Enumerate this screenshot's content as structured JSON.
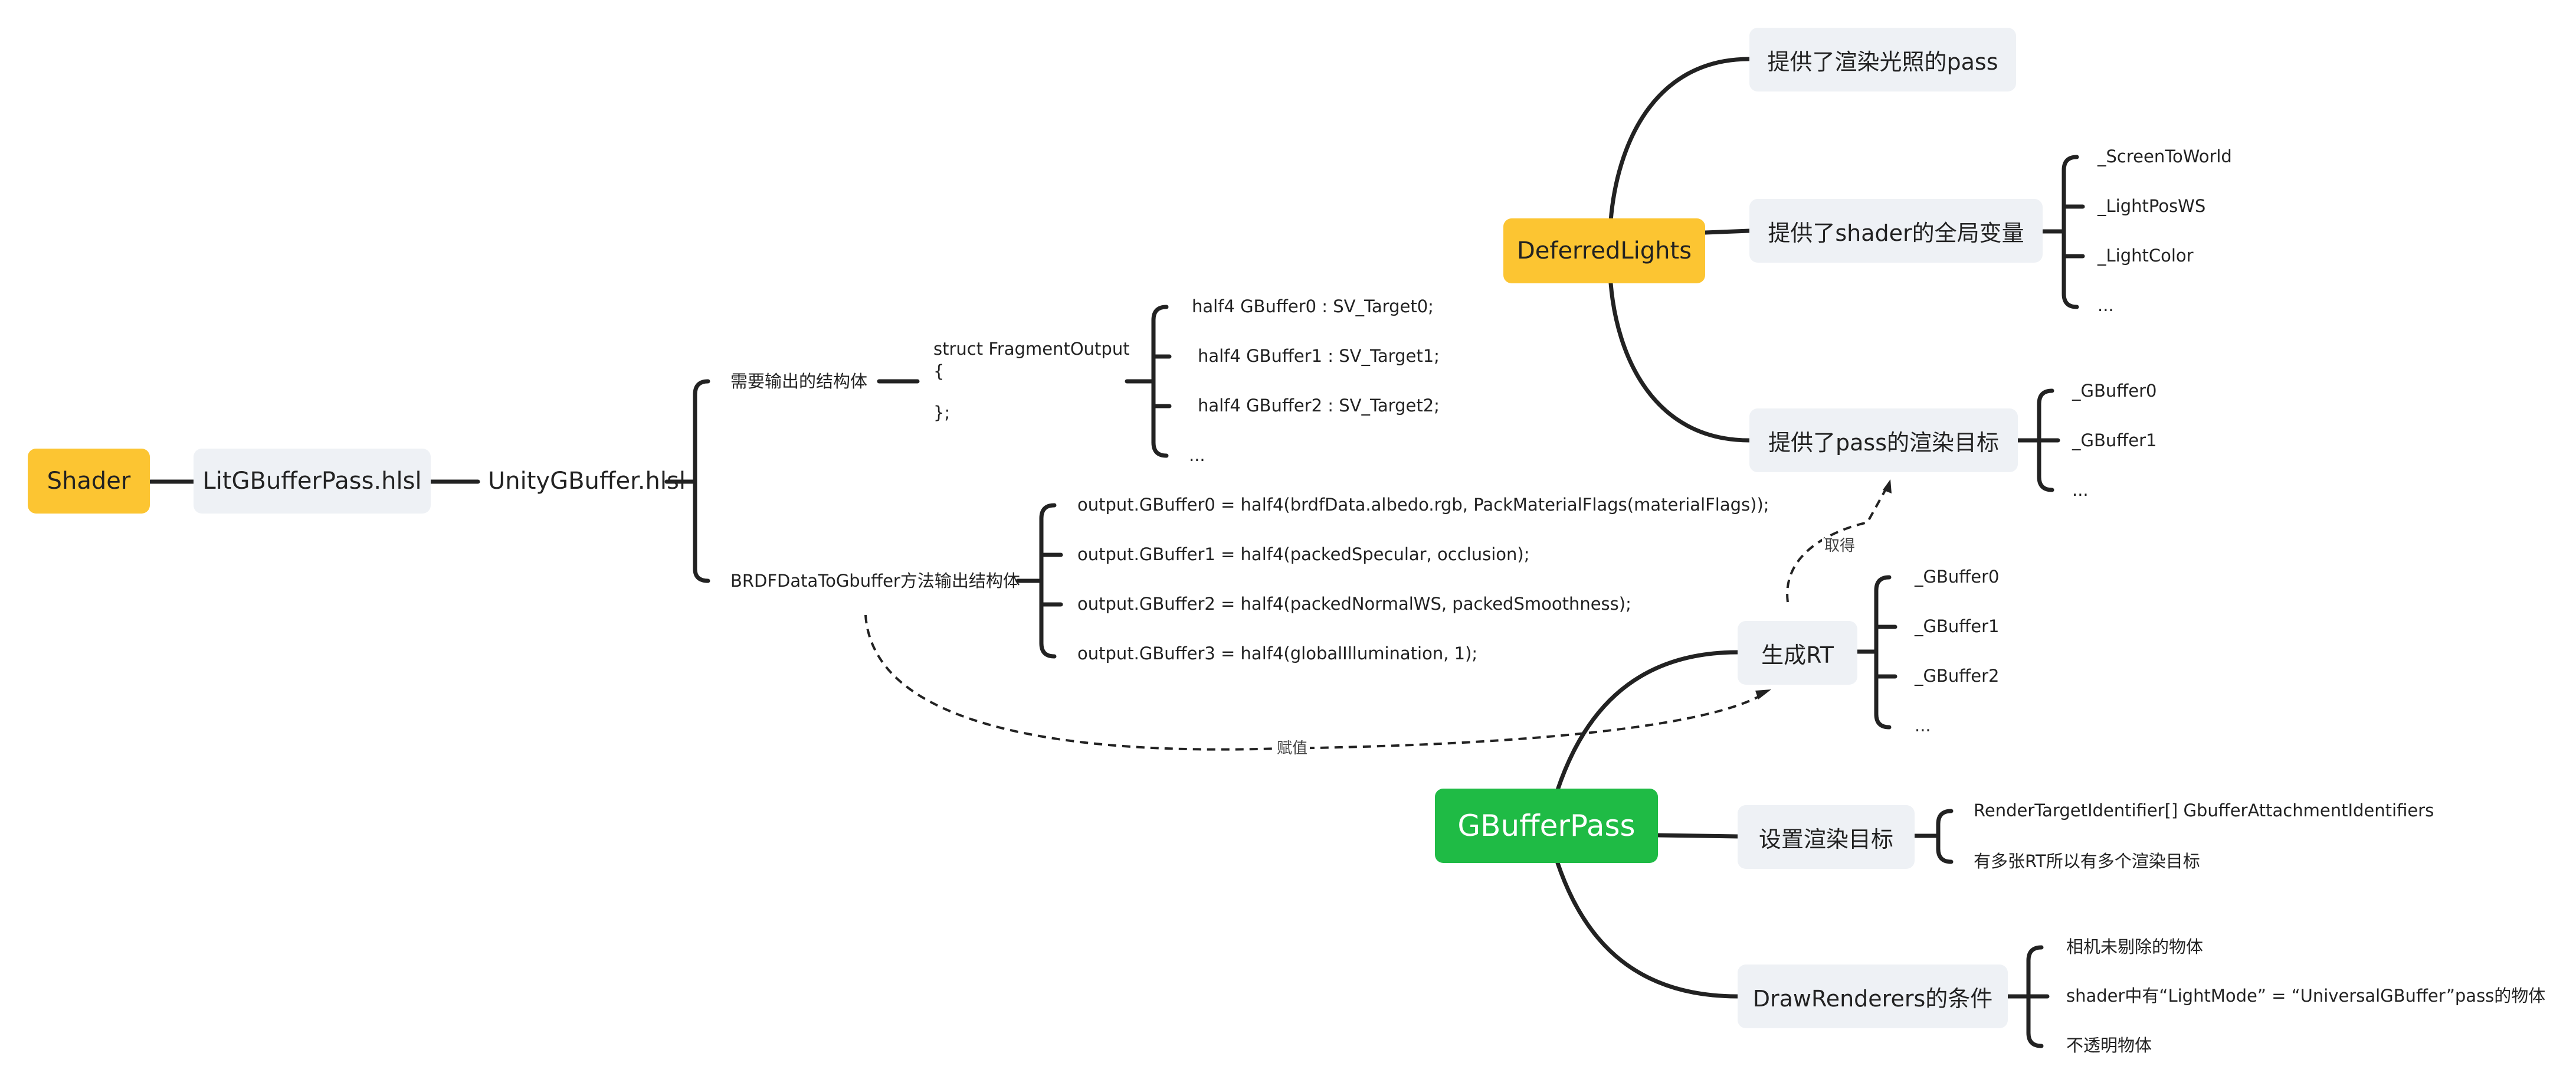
{
  "colors": {
    "line": "#222222",
    "node_grey": "#eef1f5",
    "node_yellow": "#fcc532",
    "node_green": "#1fbb45"
  },
  "main_chain": {
    "shader": "Shader",
    "litgbuffer": "LitGBufferPass.hlsl",
    "unitygbuffer": "UnityGBuffer.hlsl"
  },
  "struct_branch": {
    "label": "需要输出的结构体",
    "struct_lines": [
      "struct FragmentOutput",
      "{",
      "};"
    ],
    "fields": [
      "half4 GBuffer0 : SV_Target0;",
      "half4 GBuffer1 : SV_Target1;",
      "half4 GBuffer2 : SV_Target2;",
      "..."
    ]
  },
  "brdf_branch": {
    "label": "BRDFDataToGbuffer方法输出结构体",
    "outputs": [
      "output.GBuffer0 = half4(brdfData.albedo.rgb, PackMaterialFlags(materialFlags));",
      "output.GBuffer1 = half4(packedSpecular, occlusion);",
      "output.GBuffer2 = half4(packedNormalWS, packedSmoothness);",
      "output.GBuffer3 = half4(globalIllumination, 1);"
    ]
  },
  "deferred": {
    "root": "DeferredLights",
    "items": [
      "提供了渲染光照的pass",
      "提供了shader的全局变量",
      "提供了pass的渲染目标"
    ],
    "globals": [
      "_ScreenToWorld",
      "_LightPosWS",
      "_LightColor",
      "..."
    ],
    "targets": [
      "_GBuffer0",
      "_GBuffer1",
      "..."
    ]
  },
  "gbufferpass": {
    "root": "GBufferPass",
    "gen_rt": "生成RT",
    "gen_rt_items": [
      "_GBuffer0",
      "_GBuffer1",
      "_GBuffer2",
      "..."
    ],
    "set_target": "设置渲染目标",
    "set_target_items": [
      "RenderTargetIdentifier[] GbufferAttachmentIdentifiers",
      "有多张RT所以有多个渲染目标"
    ],
    "draw": "DrawRenderers的条件",
    "draw_items": [
      "相机未剔除的物体",
      "shader中有“LightMode” = “UniversalGBuffer”pass的物体",
      "不透明物体"
    ]
  },
  "edge_labels": {
    "assign": "赋值",
    "obtain": "取得"
  }
}
